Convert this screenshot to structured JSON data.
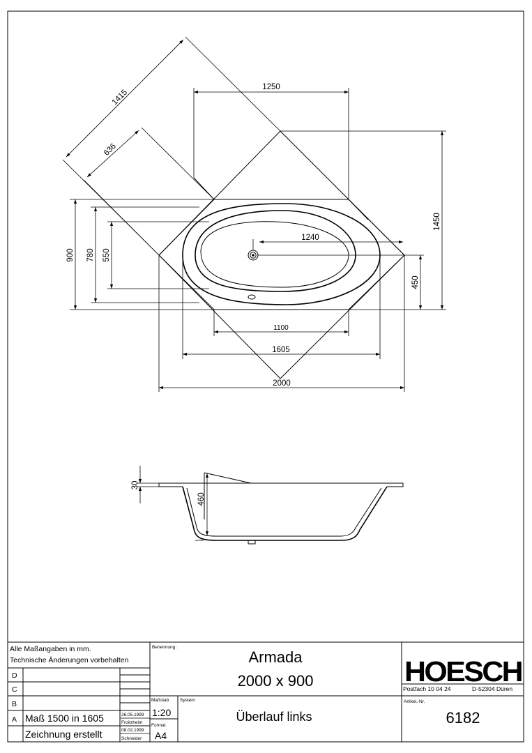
{
  "top_view": {
    "dimensions": [
      "1415",
      "636",
      "1250",
      "1450",
      "900",
      "780",
      "550",
      "1240",
      "450",
      "1100",
      "1605",
      "2000"
    ]
  },
  "side_view": {
    "dimensions": [
      "30",
      "460"
    ]
  },
  "title_block": {
    "note_1": "Alle Maßangaben in mm.",
    "note_2": "Technische Änderungen vorbehalten",
    "rev_d": "D",
    "rev_c": "C",
    "rev_b": "B",
    "rev_a": "A",
    "rev_a_text": "Maß 1500 in 1605",
    "rev_a_date": "26.05.1999",
    "rev_a_place": "Froitzheim",
    "initial_text": "Zeichnung erstellt",
    "initial_date": "08.02.1999",
    "initial_person": "Schneider",
    "benennung_label": "Benennung :",
    "product_name": "Armada",
    "product_size": "2000 x 900",
    "massstab_label": "Maßstab",
    "massstab_value": "1:20",
    "format_label": "Format",
    "format_value": "A4",
    "system_label": "System",
    "system_value": "Überlauf links",
    "logo": "HOESCH",
    "address_1": "Postfach 10 04 24",
    "address_2": "D-52304 Düren",
    "artikel_label": "Artikel.-Nr.",
    "artikel_value": "6182"
  }
}
